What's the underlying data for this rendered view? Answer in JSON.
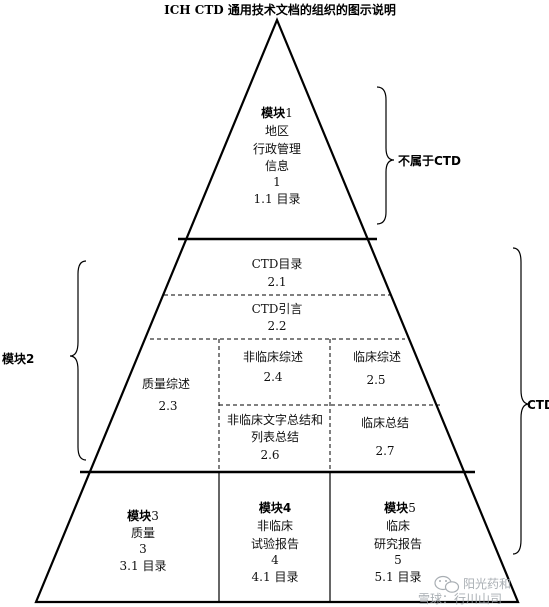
{
  "title": "ICH CTD 通用技术文档的组织的图示说明",
  "module1": {
    "heading": "模块",
    "number": "1",
    "lines": [
      "地区",
      "行政管理",
      "信息",
      "1",
      "1.1  目录"
    ]
  },
  "bracket_right_top": "不属于CTD",
  "bracket_left": "模块2",
  "bracket_right": "CTD",
  "module2": {
    "toc": {
      "title": "CTD目录",
      "num": "2.1"
    },
    "intro": {
      "title": "CTD引言",
      "num": "2.2"
    },
    "quality_overall": {
      "title": "质量综述",
      "num": "2.3"
    },
    "nonclinical_overview": {
      "title": "非临床综述",
      "num": "2.4"
    },
    "clinical_overview": {
      "title": "临床综述",
      "num": "2.5"
    },
    "nonclinical_summary": {
      "line1": "非临床文字总结和",
      "line2": "列表总结",
      "num": "2.6"
    },
    "clinical_summary": {
      "title": "临床总结",
      "num": "2.7"
    }
  },
  "module3": {
    "heading": "模块",
    "number": "3",
    "lines": [
      "质量",
      "3",
      "3.1  目录"
    ]
  },
  "module4": {
    "heading": "模块4",
    "lines": [
      "非临床",
      "试验报告",
      "4",
      "4.1  目录"
    ]
  },
  "module5": {
    "heading": "模块",
    "number": "5",
    "lines": [
      "临床",
      "研究报告",
      "5",
      "5.1  目录"
    ]
  },
  "watermark": {
    "icon": "wechat-icon",
    "account": "阳光药和",
    "site": "雪球：行川山司"
  }
}
